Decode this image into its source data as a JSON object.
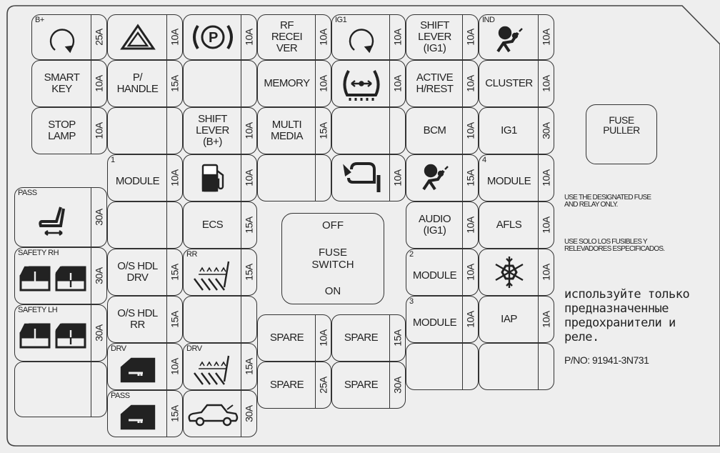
{
  "title": "Instrument panel fuse box",
  "fuses": [
    {
      "label": "",
      "rating": "25A",
      "icon": "circular-arrow-icon",
      "corner": "B+"
    },
    {
      "label": "SMART\nKEY",
      "rating": "10A"
    },
    {
      "label": "STOP\nLAMP",
      "rating": "10A"
    },
    {
      "label": "",
      "rating": "10A",
      "icon": "hazard-icon"
    },
    {
      "label": "P/\nHANDLE",
      "rating": "15A"
    },
    {
      "label": "",
      "rating": ""
    },
    {
      "label": "MODULE",
      "rating": "10A",
      "corner": "1"
    },
    {
      "label": "",
      "rating": ""
    },
    {
      "label": "O/S HDL\nDRV",
      "rating": "15A"
    },
    {
      "label": "O/S HDL\nRR",
      "rating": "15A"
    },
    {
      "label": "",
      "rating": "10A",
      "icon": "door-lock-icon",
      "corner": "DRV"
    },
    {
      "label": "",
      "rating": "15A",
      "icon": "door-lock-icon",
      "corner": "PASS"
    },
    {
      "label": "",
      "rating": "10A",
      "icon": "parking-brake-icon"
    },
    {
      "label": "",
      "rating": ""
    },
    {
      "label": "SHIFT\nLEVER\n(B+)",
      "rating": "10A"
    },
    {
      "label": "",
      "rating": "10A",
      "icon": "fuel-icon"
    },
    {
      "label": "ECS",
      "rating": "15A"
    },
    {
      "label": "",
      "rating": "15A",
      "icon": "seat-heater-icon",
      "corner": "RR"
    },
    {
      "label": "",
      "rating": ""
    },
    {
      "label": "",
      "rating": "15A",
      "icon": "seat-heater-icon",
      "corner": "DRV"
    },
    {
      "label": "",
      "rating": "30A",
      "icon": "car-trunk-icon"
    },
    {
      "label": "RF\nRECEI\nVER",
      "rating": "10A"
    },
    {
      "label": "MEMORY",
      "rating": "10A"
    },
    {
      "label": "MULTI\nMEDIA",
      "rating": "15A"
    },
    {
      "label": "",
      "rating": ""
    },
    {
      "label": "",
      "rating": "10A",
      "icon": "circular-arrow-icon",
      "corner": "IG1"
    },
    {
      "label": "",
      "rating": "10A",
      "icon": "tire-pressure-icon"
    },
    {
      "label": "",
      "rating": ""
    },
    {
      "label": "",
      "rating": "10A",
      "icon": "mirror-fold-icon"
    },
    {
      "label": "SHIFT\nLEVER\n(IG1)",
      "rating": "10A"
    },
    {
      "label": "ACTIVE\nH/REST",
      "rating": "10A"
    },
    {
      "label": "BCM",
      "rating": "10A"
    },
    {
      "label": "",
      "rating": "15A",
      "icon": "airbag-icon"
    },
    {
      "label": "AUDIO\n(IG1)",
      "rating": "10A"
    },
    {
      "label": "MODULE",
      "rating": "10A",
      "corner": "2"
    },
    {
      "label": "MODULE",
      "rating": "10A",
      "corner": "3"
    },
    {
      "label": "",
      "rating": ""
    },
    {
      "label": "",
      "rating": "10A",
      "icon": "airbag-icon",
      "corner": "IND"
    },
    {
      "label": "CLUSTER",
      "rating": "10A"
    },
    {
      "label": "IG1",
      "rating": "30A"
    },
    {
      "label": "MODULE",
      "rating": "10A",
      "corner": "4"
    },
    {
      "label": "AFLS",
      "rating": "10A"
    },
    {
      "label": "",
      "rating": "10A",
      "icon": "snowflake-icon"
    },
    {
      "label": "IAP",
      "rating": "10A"
    },
    {
      "label": "",
      "rating": ""
    },
    {
      "label": "",
      "rating": "30A",
      "icon": "power-seat-icon",
      "corner": "PASS"
    },
    {
      "label": "",
      "rating": "30A",
      "icon": "safety-window-icon",
      "corner": "SAFETY RH"
    },
    {
      "label": "",
      "rating": "30A",
      "icon": "safety-window-icon",
      "corner": "SAFETY LH"
    },
    {
      "label": "",
      "rating": ""
    },
    {
      "label": "SPARE",
      "rating": "10A"
    },
    {
      "label": "SPARE",
      "rating": "15A"
    },
    {
      "label": "SPARE",
      "rating": "25A"
    },
    {
      "label": "SPARE",
      "rating": "30A"
    }
  ],
  "fuse_switch": {
    "off": "OFF",
    "label": "FUSE\nSWITCH",
    "on": "ON"
  },
  "fuse_puller": "FUSE\nPULLER",
  "notes": {
    "english": "USE THE DESIGNATED FUSE\nAND RELAY ONLY.",
    "spanish": "USE SOLO LOS FUSIBLES Y\nRELEVADORES ESPECIFICADOS.",
    "russian": "используйте только\nпредназначенные\nпредохранители и\nреле.",
    "part_number": "P/NO: 91941-3N731"
  }
}
